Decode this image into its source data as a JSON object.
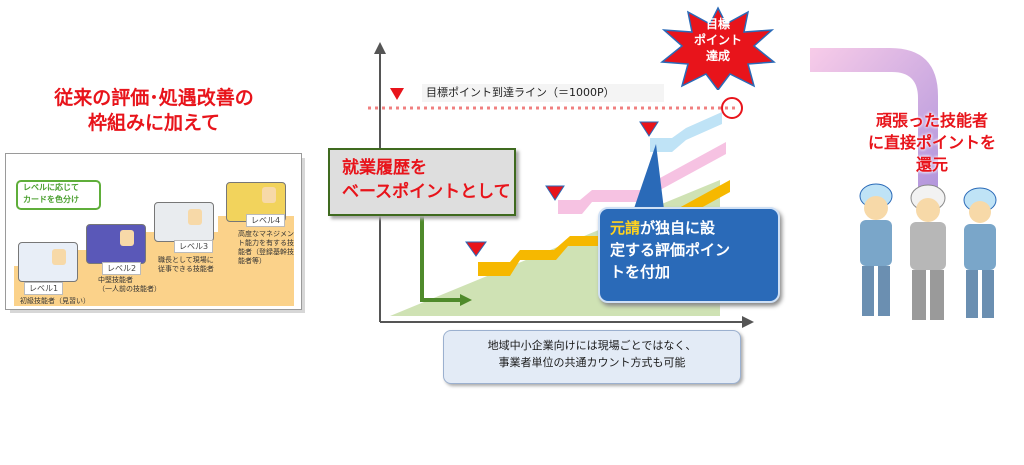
{
  "left": {
    "title_line1": "従来の評価･処遇改善の",
    "title_line2": "枠組みに加えて",
    "badge_line1": "レベルに応じて",
    "badge_line2": "カードを色分け",
    "levels": [
      {
        "label": "レベル1",
        "desc": "初級技能者（見習い）"
      },
      {
        "label": "レベル2",
        "desc": "中堅技能者\n（一人前の技能者）"
      },
      {
        "label": "レベル3",
        "desc": "職長として現場に\n従事できる技能者"
      },
      {
        "label": "レベル4",
        "desc": "高度なマネジメント能力を有する技能者（登録基幹技能者等）"
      }
    ]
  },
  "chart": {
    "target_line_label": "目標ポイント到達ライン（＝1000P）",
    "star_line1": "目標",
    "star_line2": "ポイント",
    "star_line3": "達成",
    "base_callout_line1": "就業履歴を",
    "base_callout_line2": "ベースポイントとして",
    "blue_callout_hl": "元請",
    "blue_callout_rest1": "が独自に設",
    "blue_callout_line2": "定する評価ポイン",
    "blue_callout_line3": "トを付加",
    "note_line1": "地域中小企業向けには現場ごとではなく、",
    "note_line2": "事業者単位の共通カウント方式も可能"
  },
  "right": {
    "line1": "頑張った技能者",
    "line2": "に直接ポイントを",
    "line3": "還元"
  },
  "colors": {
    "accent_red": "#e8141b",
    "green_band": "#cfe2b4",
    "orange_band": "#f6b800",
    "pink_band": "#f6c2e2",
    "blue_band": "#bfe3f6",
    "callout_blue": "#2a6ab8"
  }
}
